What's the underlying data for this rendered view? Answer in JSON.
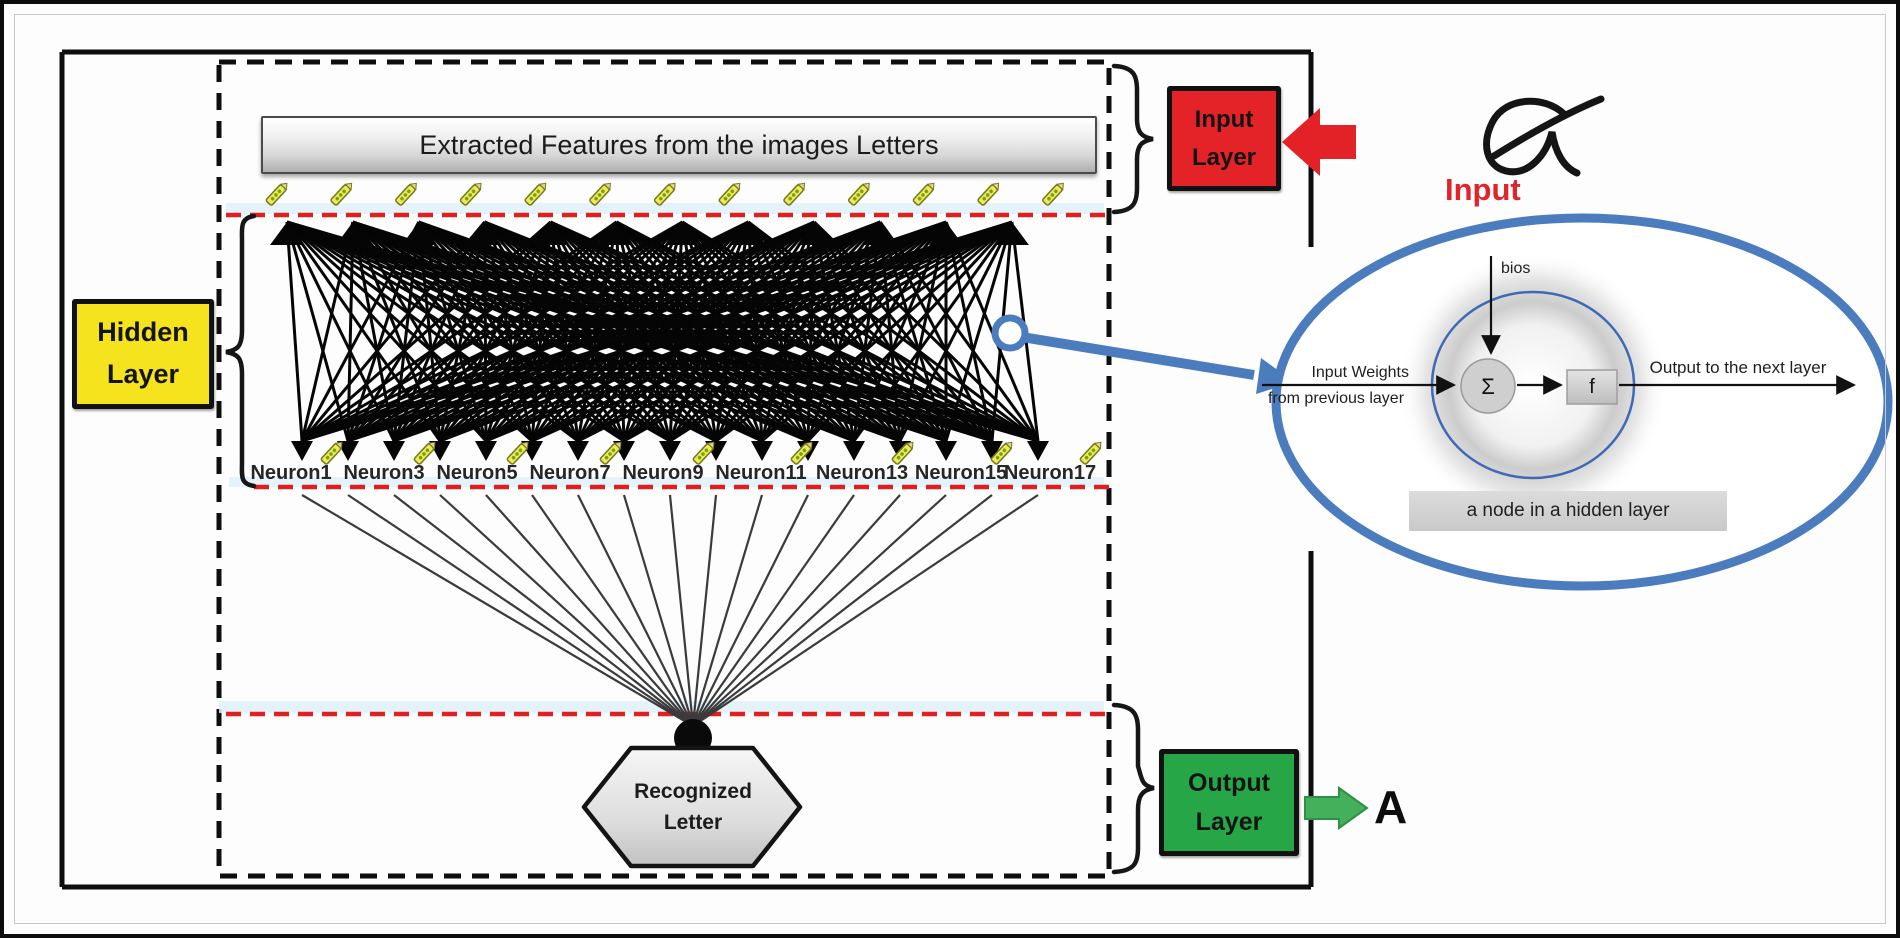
{
  "header": {
    "label": "Extracted Features from the images Letters"
  },
  "layers": {
    "hidden": {
      "label": "Hidden\nLayer",
      "color": "#f5e31d"
    },
    "input": {
      "label": "Input\nLayer",
      "color": "#e42328"
    },
    "output": {
      "label": "Output\nLayer",
      "color": "#27a648"
    }
  },
  "annotations": {
    "input_word": "Input",
    "input_letter_glyph": "handwritten-alpha",
    "output_letter": "A"
  },
  "neurons": {
    "labels": [
      "Neuron1",
      "Neuron3",
      "Neuron5",
      "Neuron7",
      "Neuron9",
      "Neuron11",
      "Neuron13",
      "Neuron15",
      "Neuron17"
    ]
  },
  "hexagon": {
    "label": "Recognized\nLetter"
  },
  "node_detail": {
    "bias_label": "bios",
    "weights_line1": "Input Weights",
    "weights_line2": "from previous layer",
    "sum_symbol": "Σ",
    "activation_symbol": "f",
    "output_label": "Output to the next layer",
    "caption": "a node in a hidden layer",
    "accent_color": "#4a7cbe"
  },
  "colors": {
    "red_dashed_line": "#e01f1f",
    "frame": "#0c0c0c",
    "blue_accent": "#4a7cbe",
    "pencil_yellow": "#ecec55"
  }
}
